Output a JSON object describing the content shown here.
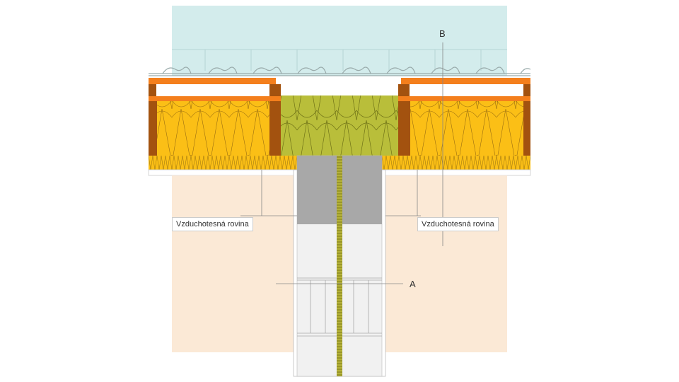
{
  "labels": {
    "air_barrier_left": "Vzduchotesná rovina",
    "air_barrier_right": "Vzduchotesná rovina",
    "point_a": "A",
    "point_b": "B"
  },
  "colors": {
    "sky": "#d3ecec",
    "batten": "#f47f1c",
    "rafter": "#a3520f",
    "insulation": "#fbbf16",
    "insulation_green": "#b9be3a",
    "wall": "#fbe9d6",
    "block": "#a8a8a8",
    "column": "#f1f1f1"
  }
}
